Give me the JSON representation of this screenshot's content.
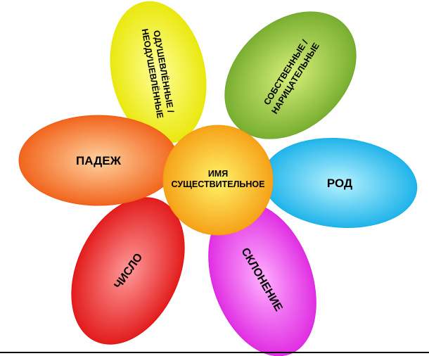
{
  "center": {
    "lines": [
      "ИМЯ",
      "СУЩЕСТВИТЕЛЬНОЕ"
    ],
    "color_light": "#fff36a",
    "color_dark": "#f59a10"
  },
  "petals": [
    {
      "key": "animacy",
      "lines": [
        "ОДУШЕВЛЁННЫЕ /",
        "НЕОДУШЕВЛЁННЫЕ"
      ],
      "color_light": "#ffff9a",
      "color_dark": "#e8e600"
    },
    {
      "key": "proper",
      "lines": [
        "СОБСТВЕННЫЕ /",
        "НАРИЦАТЕЛЬНЫЕ"
      ],
      "color_light": "#d8f07a",
      "color_dark": "#6fa82a"
    },
    {
      "key": "gender",
      "lines": [
        "РОД"
      ],
      "color_light": "#b7f2ff",
      "color_dark": "#11aee8"
    },
    {
      "key": "declension",
      "lines": [
        "СКЛОНЕНИЕ"
      ],
      "color_light": "#ffb0ff",
      "color_dark": "#dd22e0"
    },
    {
      "key": "number",
      "lines": [
        "ЧИСЛО"
      ],
      "color_light": "#ff9a9a",
      "color_dark": "#e01010"
    },
    {
      "key": "case",
      "lines": [
        "ПАДЕЖ"
      ],
      "color_light": "#ffd2a0",
      "color_dark": "#f05a10"
    }
  ]
}
